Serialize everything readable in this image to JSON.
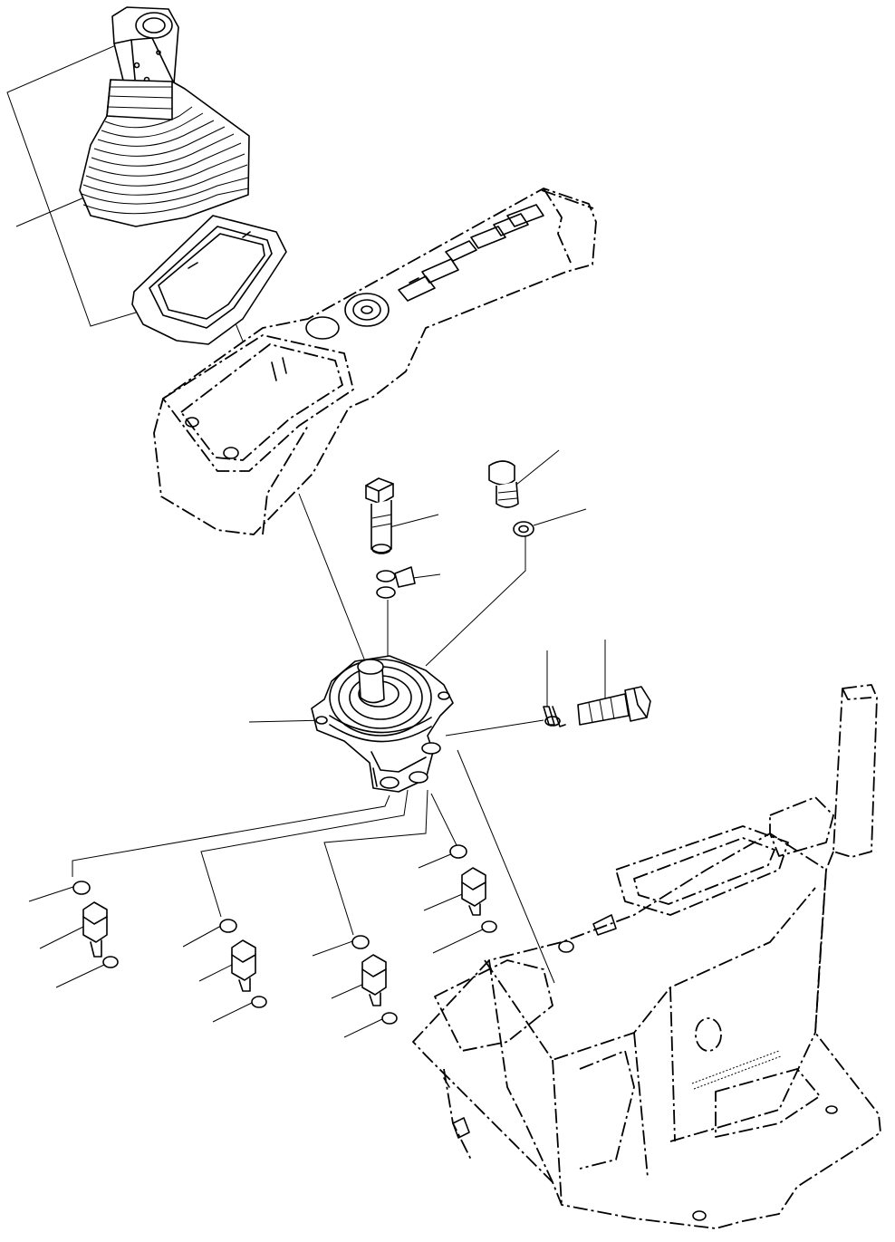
{
  "diagram": {
    "kind": "exploded-parts-view",
    "callout_labels_shown": false,
    "parts": [
      {
        "id": "lever-knob",
        "icon": "joystick-knob-icon"
      },
      {
        "id": "rubber-boot",
        "icon": "bellows-boot-icon"
      },
      {
        "id": "boot-plate",
        "icon": "plate-icon"
      },
      {
        "id": "console-cover",
        "icon": "console-cover-icon"
      },
      {
        "id": "bolt-a",
        "icon": "bolt-icon"
      },
      {
        "id": "bolt-b",
        "icon": "bolt-icon"
      },
      {
        "id": "washer",
        "icon": "washer-icon"
      },
      {
        "id": "o-rings",
        "icon": "o-ring-icon"
      },
      {
        "id": "pilot-valve",
        "icon": "pilot-valve-icon"
      },
      {
        "id": "cotter-pin",
        "icon": "cotter-pin-icon"
      },
      {
        "id": "side-bolt",
        "icon": "bolt-icon"
      },
      {
        "id": "fittings",
        "icon": "fitting-icon"
      },
      {
        "id": "stand-frame",
        "icon": "stand-frame-icon"
      }
    ]
  }
}
